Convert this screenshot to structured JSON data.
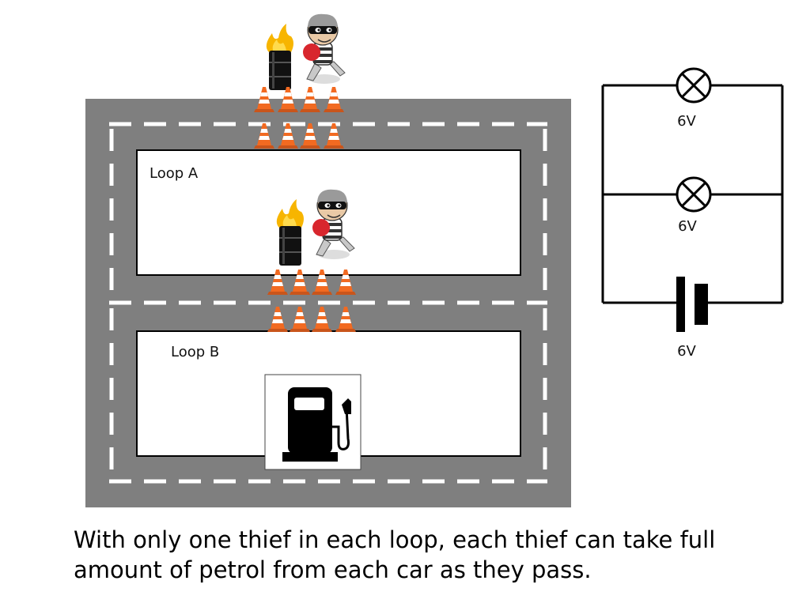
{
  "loops": {
    "a_label": "Loop A",
    "b_label": "Loop B"
  },
  "circuit": {
    "lamp_top_label": "6V",
    "lamp_middle_label": "6V",
    "battery_label": "6V"
  },
  "caption": {
    "line1": "With only one thief in each loop, each thief can take full",
    "line2": "amount of petrol from each car as they pass."
  },
  "icons": {
    "thief": "thief-icon",
    "burning_barrel": "burning-barrel-icon",
    "traffic_cone": "traffic-cone-icon",
    "fuel_pump": "fuel-pump-icon"
  },
  "colors": {
    "road": "#7f7f7f",
    "road_marking": "#ffffff",
    "cone": "#f26a21",
    "barrel": "#111111",
    "flame": "#f7b500",
    "wire": "#000000"
  }
}
